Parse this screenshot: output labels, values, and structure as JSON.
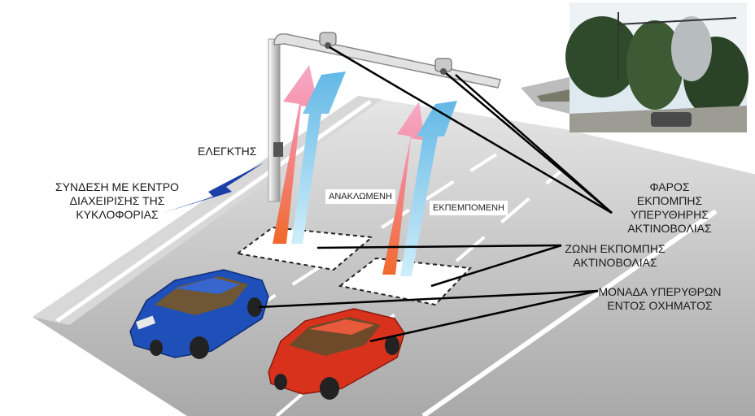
{
  "labels": {
    "controller": "ΕΛΕΓΚΤΗΣ",
    "traffic_center": [
      "ΣΥΝΔΕΣΗ ΜΕ ΚΕΝΤΡΟ",
      "ΔΙΑΧΕΙΡΙΣΗΣ ΤΗΣ",
      "ΚΥΚΛΟΦΟΡΙΑΣ"
    ],
    "reflected": "ΑΝΑΚΛΩΜΕΝΗ",
    "emitted": "ΕΚΠΕΜΠΟΜΕΝΗ",
    "beacon": [
      "ΦΑΡΟΣ",
      "ΕΚΠΟΜΠΗΣ",
      "ΥΠΕΡΥΘΗΡΗΣ",
      "ΑΚΤΙΝΟΒΟΛΙΑΣ"
    ],
    "emission_zone": [
      "ΖΩΝΗ ΕΚΠΟΜΠΗΣ",
      "ΑΚΤΙΝΟΒΟΛΙΑΣ"
    ],
    "vehicle_unit": [
      "ΜΟΝΑΔΑ ΥΠΕΡΥΘΡΩΝ",
      "ΕΝΤΟΣ ΟΧΗΜΑΤΟΣ"
    ]
  },
  "colors": {
    "road": "#bdbdbd",
    "reflected_arrow": "#f27a4a",
    "emitted_arrow": "#8ccfe8",
    "car_blue": "#1f4fb8",
    "car_red": "#d8321c",
    "lightning": "#1a3fa8"
  }
}
